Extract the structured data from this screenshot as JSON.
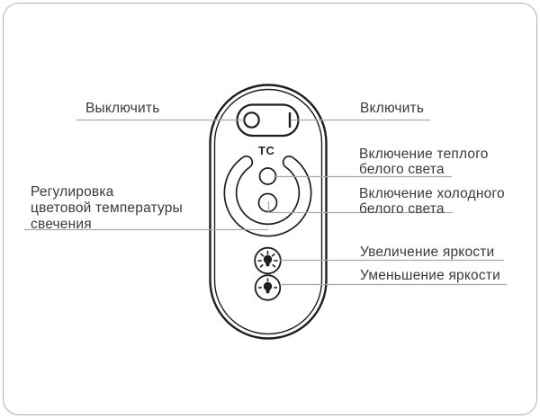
{
  "diagram": {
    "type": "remote-control-annotation",
    "remote": {
      "tc_label": "TC",
      "icons": {
        "power_off": "circle-O-symbol",
        "power_on": "bar-I-symbol",
        "color_temp_ring": "open-ring-touch-wheel",
        "brightness_up": "bulb-sunburst-icon",
        "brightness_down": "bulb-dim-icon"
      }
    },
    "callouts": {
      "off": {
        "text": "Выключить"
      },
      "on": {
        "text": "Включить"
      },
      "warm": {
        "line1": "Включение теплого",
        "line2": "белого света"
      },
      "cold": {
        "line1": "Включение холодного",
        "line2": "белого света"
      },
      "temp": {
        "line1": "Регулировка",
        "line2": "цветовой температуры",
        "line3": "свечения"
      },
      "brightness_up": {
        "text": "Увеличение яркости"
      },
      "brightness_down": {
        "text": "Уменьшение яркости"
      }
    },
    "colors": {
      "line_black": "#1e1e1e",
      "leader_gray": "#a9a9a9",
      "text": "#3a3a3a",
      "page_border": "#b3b3b3",
      "background": "#ffffff"
    }
  }
}
